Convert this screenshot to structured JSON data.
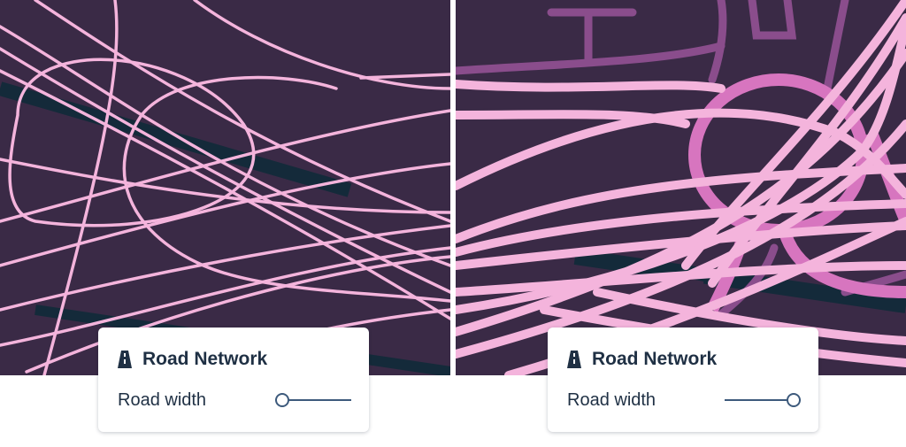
{
  "panels": [
    {
      "id": "left",
      "map_variant": "thin-roads",
      "road_color": "#f4b4dc",
      "card": {
        "icon": "road-icon",
        "title": "Road Network",
        "control_label": "Road width",
        "road_width_value": 0
      }
    },
    {
      "id": "right",
      "map_variant": "thick-roads",
      "road_color": "#f4b4dc",
      "card": {
        "icon": "road-icon",
        "title": "Road Network",
        "control_label": "Road width",
        "road_width_value": 1
      }
    }
  ],
  "colors": {
    "map_background": "#3a2a46",
    "water": "#142a3a",
    "road_light": "#f4b4dc",
    "road_mid": "#d775bf",
    "road_dark": "#8a4d8c",
    "card_text": "#1f3044",
    "slider": "#3d5a7c"
  }
}
